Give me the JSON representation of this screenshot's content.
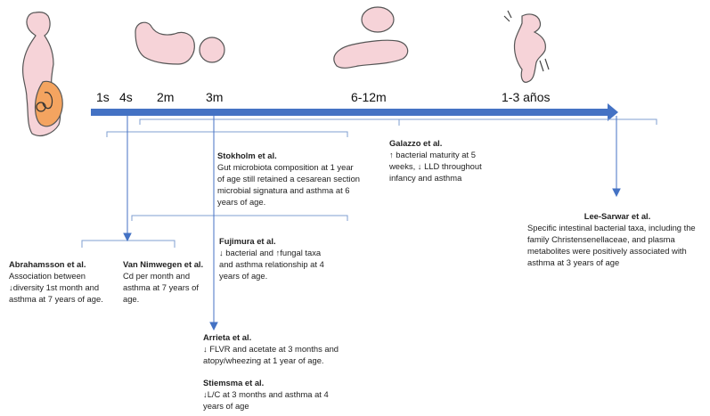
{
  "colors": {
    "axis": "#4472c4",
    "bracket": "#7f9fd0",
    "skin": "#f6d3d8",
    "outline": "#555555",
    "belly": "#f4a460"
  },
  "timeline": {
    "labels": [
      "1s",
      "4s",
      "2m",
      "3m",
      "6-12m",
      "1-3 años"
    ]
  },
  "studies": [
    {
      "id": "stokholm",
      "title": "Stokholm et al.",
      "body": "Gut microbiota composition at 1 year of age still retained a cesarean section microbial signatura and asthma at 6 years of age."
    },
    {
      "id": "galazzo",
      "title": "Galazzo et al.",
      "body": "↑ bacterial maturity at 5 weeks, ↓ LLD throughout infancy and asthma"
    },
    {
      "id": "lee-sarwar",
      "title": "Lee-Sarwar et al.",
      "body": "Specific intestinal bacterial taxa, including the family Christensenellaceae, and plasma metabolites were positively associated with asthma at 3 years of age"
    },
    {
      "id": "fujimura",
      "title": "Fujimura et al.",
      "body": "↓ bacterial and ↑fungal taxa and asthma relationship at 4 years of age."
    },
    {
      "id": "abrahamsson",
      "title": "Abrahamsson et al.",
      "body": "Association between ↓diversity 1st month and asthma at 7 years of age."
    },
    {
      "id": "van-nimwegen",
      "title": "Van Nimwegen et al.",
      "body": "Cd per month and asthma at 7 years of age."
    },
    {
      "id": "arrieta",
      "title": "Arrieta et al.",
      "body": "↓ FLVR and acetate at 3 months and atopy/wheezing at 1 year of age."
    },
    {
      "id": "stiemsma",
      "title": "Stiemsma et al.",
      "body": "↓L/C at 3 months and asthma at 4 years of age"
    }
  ]
}
